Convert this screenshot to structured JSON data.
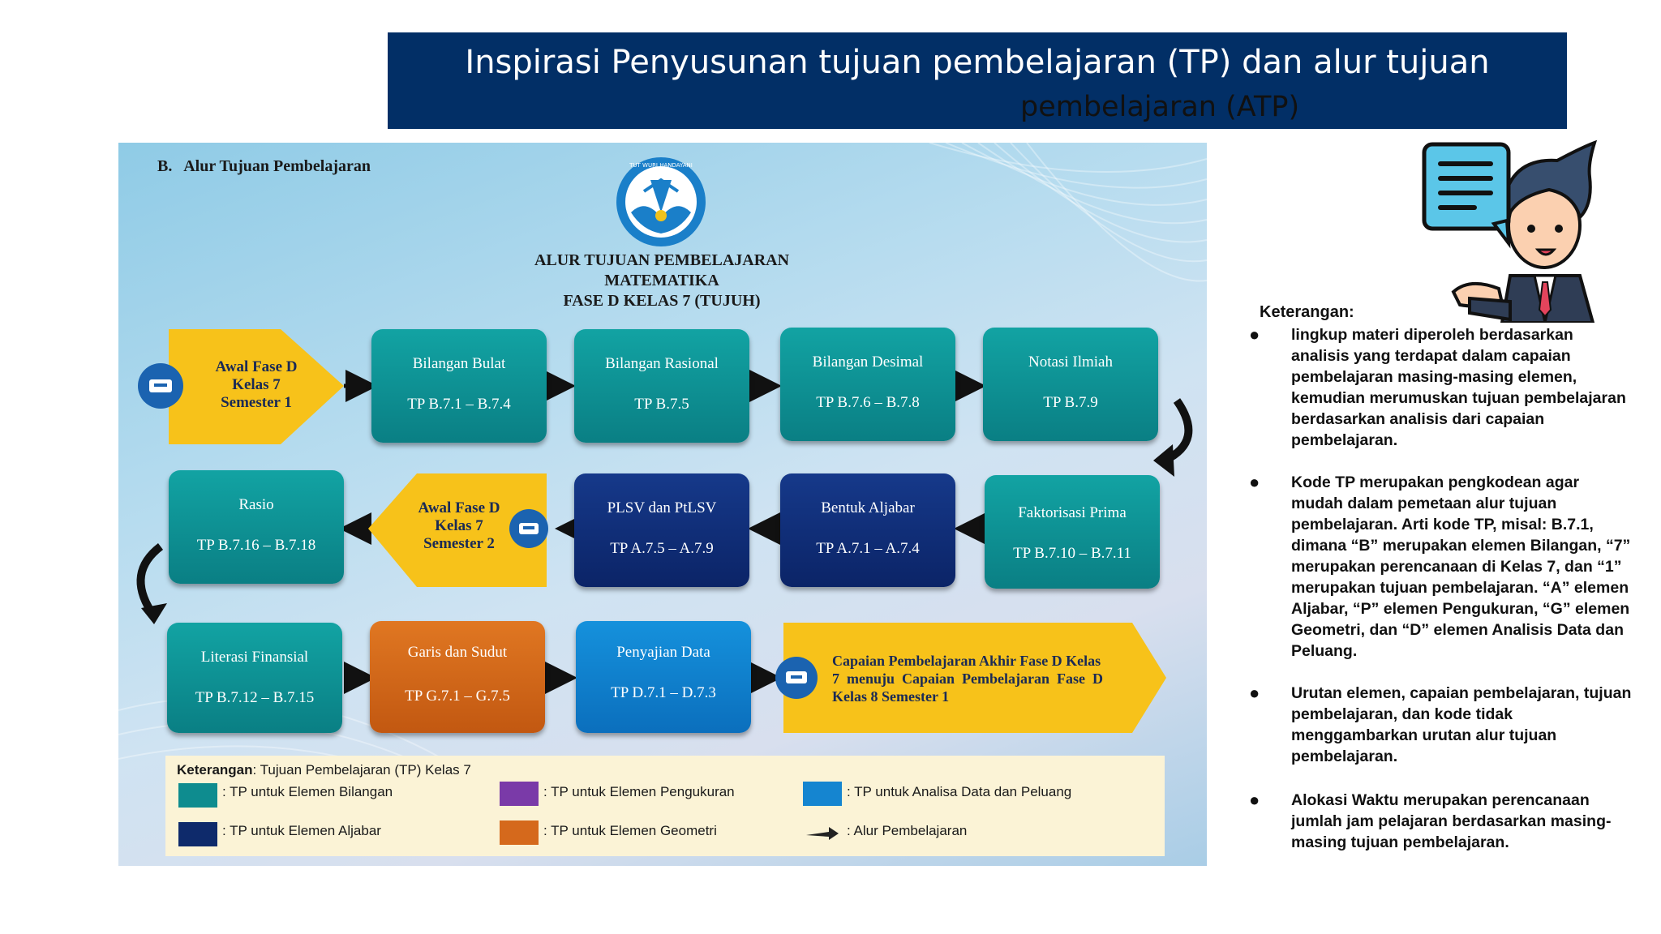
{
  "header": {
    "title_line1": "Inspirasi Penyusunan tujuan pembelajaran (TP) dan alur tujuan",
    "title_line2": "pembelajaran (ATP)",
    "banner_color": "#022f66"
  },
  "diagram": {
    "section_title": "B.   Alur Tujuan Pembelajaran",
    "logo_text": "TUT WURI HANDAYANI",
    "title_lines": [
      "ALUR TUJUAN PEMBELAJARAN",
      "MATEMATIKA",
      "FASE D KELAS 7 (TUJUH)"
    ],
    "start1": [
      "Awal Fase D",
      "Kelas 7",
      "Semester 1"
    ],
    "start2": [
      "Awal Fase D",
      "Kelas 7",
      "Semester 2"
    ],
    "end_text": [
      "Capaian Pembelajaran Akhir Fase D Kelas",
      "7  menuju  Capaian  Pembelajaran  Fase  D",
      "Kelas 8 Semester 1"
    ],
    "boxes": [
      {
        "label": "Bilangan Bulat",
        "code": "TP B.7.1 – B.7.4",
        "element": "Bilangan"
      },
      {
        "label": "Bilangan Rasional",
        "code": "TP B.7.5",
        "element": "Bilangan"
      },
      {
        "label": "Bilangan Desimal",
        "code": "TP B.7.6 – B.7.8",
        "element": "Bilangan"
      },
      {
        "label": "Notasi Ilmiah",
        "code": "TP B.7.9",
        "element": "Bilangan"
      },
      {
        "label": "Faktorisasi Prima",
        "code": "TP B.7.10 – B.7.11",
        "element": "Bilangan"
      },
      {
        "label": "Bentuk Aljabar",
        "code": "TP A.7.1 – A.7.4",
        "element": "Aljabar"
      },
      {
        "label": "PLSV dan PtLSV",
        "code": "TP A.7.5 – A.7.9",
        "element": "Aljabar"
      },
      {
        "label": "Rasio",
        "code": "TP B.7.16 – B.7.18",
        "element": "Bilangan"
      },
      {
        "label": "Literasi Finansial",
        "code": "TP B.7.12 – B.7.15",
        "element": "Bilangan"
      },
      {
        "label": "Garis dan Sudut",
        "code": "TP G.7.1 – G.7.5",
        "element": "Geometri"
      },
      {
        "label": "Penyajian Data",
        "code": "TP D.7.1 – D.7.3",
        "element": "Analisa Data"
      }
    ],
    "legend": {
      "title_bold": "Keterangan",
      "title_rest": ": Tujuan Pembelajaran (TP) Kelas 7",
      "items": [
        {
          "label": ": TP untuk Elemen Bilangan",
          "color": "#0e8c8f"
        },
        {
          "label": ": TP untuk Elemen Aljabar",
          "color": "#0e2a6b"
        },
        {
          "label": ": TP untuk Elemen Pengukuran",
          "color": "#7a3aa8"
        },
        {
          "label": ": TP untuk Elemen Geometri",
          "color": "#d5691c"
        },
        {
          "label": ": TP untuk Analisa Data dan Peluang",
          "color": "#1585d0"
        },
        {
          "label": ": Alur Pembelajaran",
          "color": "#222222"
        }
      ]
    }
  },
  "keterangan": {
    "heading": "Keterangan:",
    "bullets": [
      "lingkup materi diperoleh berdasarkan analisis yang terdapat dalam capaian pembelajaran masing-masing elemen, kemudian merumuskan tujuan pembelajaran berdasarkan analisis dari capaian pembelajaran.",
      "Kode TP merupakan pengkodean agar mudah dalam pemetaan alur tujuan pembelajaran. Arti kode TP, misal: B.7.1, dimana “B” merupakan elemen Bilangan, “7” merupakan perencanaan di Kelas 7, dan “1” merupakan tujuan pembelajaran. “A” elemen Aljabar, “P” elemen Pengukuran, “G” elemen Geometri, dan “D” elemen Analisis Data dan Peluang.",
      "Urutan elemen, capaian pembelajaran, tujuan pembelajaran, dan kode tidak menggambarkan urutan alur tujuan pembelajaran.",
      "Alokasi Waktu merupakan perencanaan jumlah jam pelajaran berdasarkan masing-masing tujuan pembelajaran."
    ]
  }
}
